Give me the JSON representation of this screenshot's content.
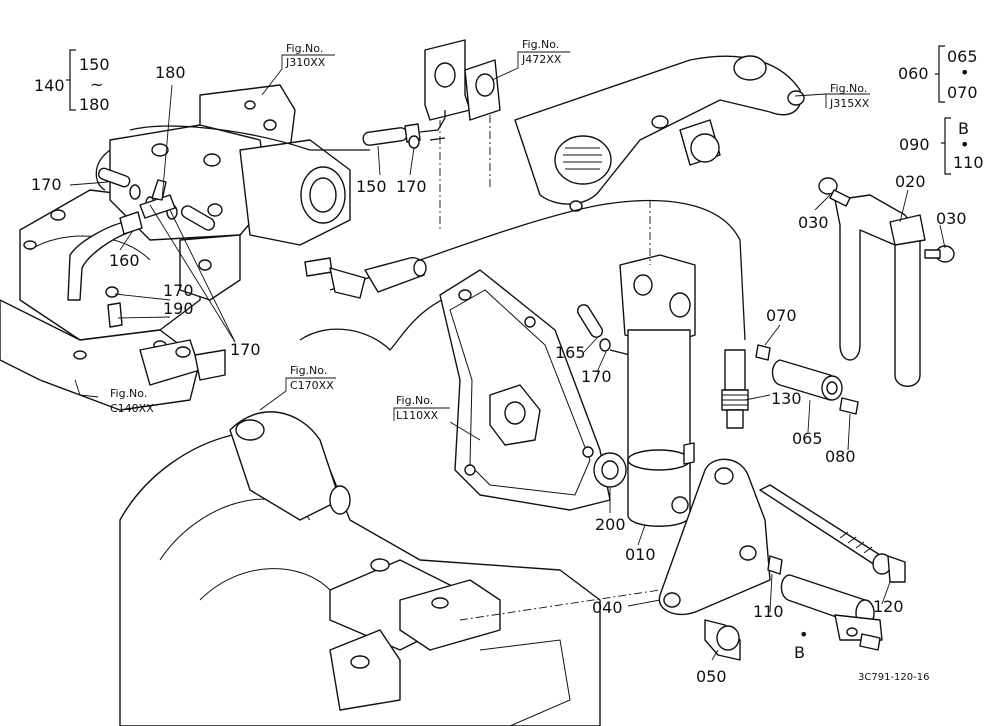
{
  "callouts": {
    "c140": "140",
    "c150": "150",
    "c150_tilde": "~",
    "c180b": "180",
    "c180": "180",
    "c170a": "170",
    "c170b": "170",
    "c170c": "170",
    "c170d": "170",
    "c170e": "170",
    "c150b": "150",
    "c160": "160",
    "c190": "190",
    "c165": "165",
    "c200": "200",
    "c010": "010",
    "c040": "040",
    "c050": "050",
    "c110": "110",
    "c120": "120",
    "c130": "130",
    "c065": "065",
    "c080": "080",
    "c070": "070",
    "c030a": "030",
    "c030b": "030",
    "c020": "020",
    "c060": "060",
    "c065b": "065",
    "c070b": "070",
    "c090": "090",
    "cB": "B",
    "c110b": "110",
    "cB2": "B",
    "dot": "•"
  },
  "figrefs": {
    "prefix": "Fig.No.",
    "j310": "J310XX",
    "j472": "J472XX",
    "j315": "J315XX",
    "c170": "C170XX",
    "c140": "C140XX",
    "l110": "L110XX"
  },
  "drawing_code": "3C791-120-16"
}
